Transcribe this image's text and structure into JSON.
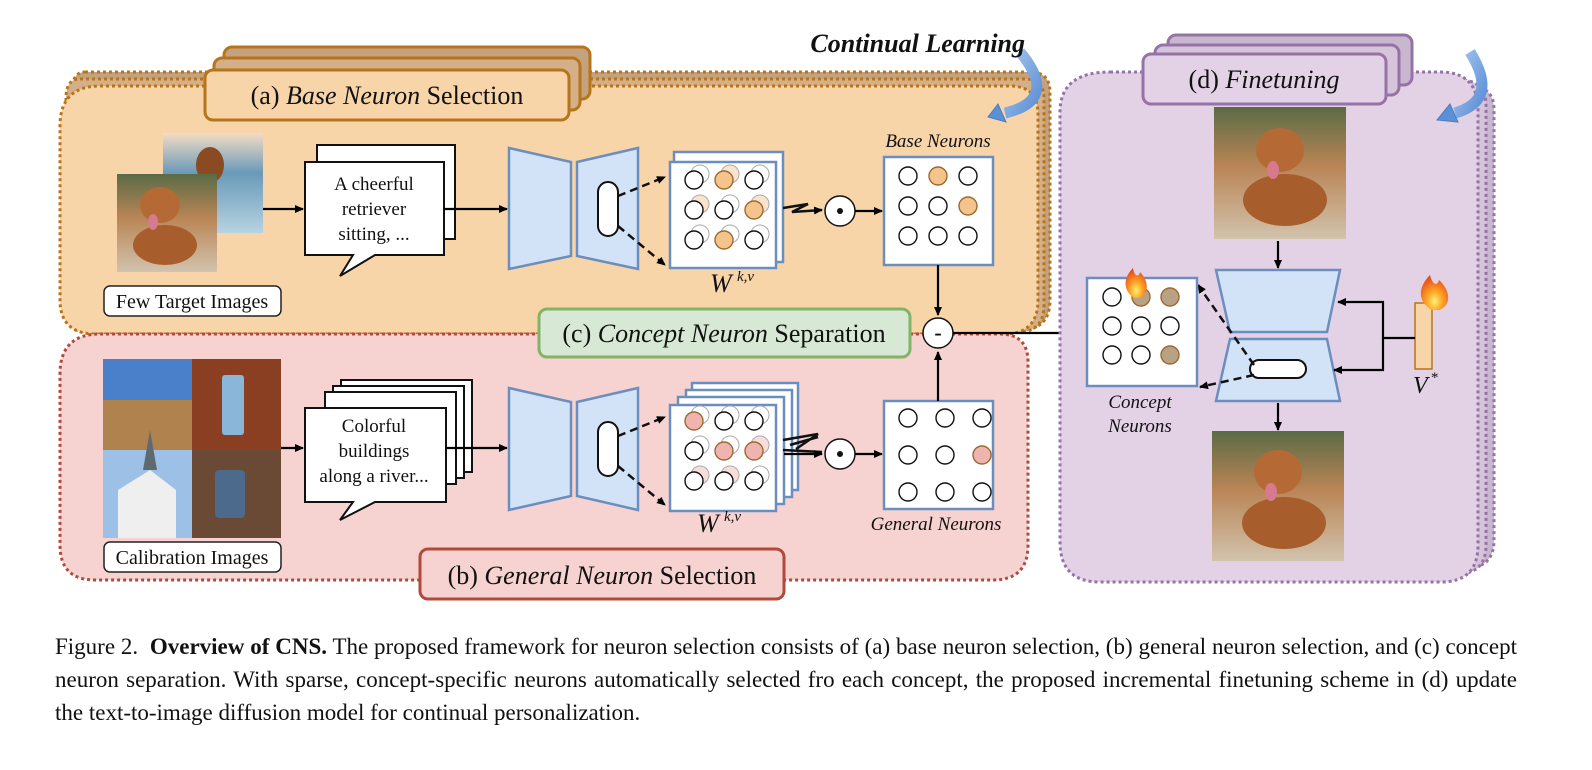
{
  "figure": {
    "continual_learning_label": "Continual Learning",
    "panel_a": {
      "prefix": "(a) ",
      "title_italic": "Base Neuron",
      "suffix": " Selection",
      "images_label": "Few Target Images",
      "prompt_lines": [
        "A cheerful",
        "retriever",
        "sitting, ..."
      ],
      "weight_label_base": "W",
      "weight_label_sup": "k,v",
      "neurons_label": "Base Neurons",
      "operator": "⊙"
    },
    "panel_b": {
      "prefix": "(b) ",
      "title_italic": "General Neuron",
      "suffix": " Selection",
      "images_label": "Calibration Images",
      "prompt_lines": [
        "Colorful",
        "buildings",
        "along a river..."
      ],
      "weight_label_base": "W",
      "weight_label_sup": "k,v",
      "neurons_label": "General Neurons",
      "operator": "⊙"
    },
    "panel_c": {
      "prefix": "(c) ",
      "title_italic": "Concept Neuron",
      "suffix": " Separation",
      "operator": "-"
    },
    "panel_d": {
      "prefix": "(d) ",
      "title_italic": "Finetuning",
      "neurons_label_lines": [
        "Concept",
        "Neurons"
      ],
      "token_label_base": "V",
      "token_label_sup": "*"
    },
    "colors": {
      "panel_a_bg": "#f8d5a8",
      "panel_a_border": "#b8741a",
      "panel_b_bg": "#f6d3d0",
      "panel_b_border": "#b04a3c",
      "panel_c_bg": "#d7e9d4",
      "panel_c_border": "#82b366",
      "panel_d_bg": "#e3d2e6",
      "panel_d_border": "#9673a6",
      "unet_fill": "#d2e3f7",
      "unet_stroke": "#6c8ebf",
      "base_highlight": "#f4c48c",
      "general_highlight": "#f0b4b0",
      "concept_highlight": "#b9a184"
    }
  },
  "caption": {
    "figure_number": "Figure 2.",
    "bold_title": "Overview of CNS.",
    "text": "The proposed framework for neuron selection consists of (a) base neuron selection, (b) general neuron selection, and (c) concept neuron separation. With sparse, concept-specific neurons automatically selected fro each concept, the proposed incremental finetuning scheme in (d) update the text-to-image diffusion model for continual personalization."
  }
}
